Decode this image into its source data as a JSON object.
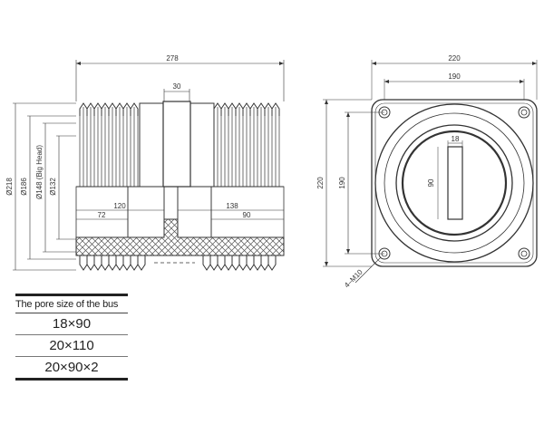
{
  "dimensions": {
    "side": {
      "overall_length": "278",
      "center_width": "30",
      "dia_218": "Ø218",
      "dia_186": "Ø186",
      "dia_148": "Ø148 (Big Head)",
      "dia_132": "Ø132",
      "len_120": "120",
      "len_72": "72",
      "len_138": "138",
      "len_90": "90"
    },
    "front": {
      "width_220": "220",
      "width_190": "190",
      "height_220": "220",
      "height_190": "190",
      "slot_18": "18",
      "slot_90": "90",
      "bolt_label": "4–M10"
    }
  },
  "table": {
    "header": "The pore size of the bus",
    "rows": [
      "18×90",
      "20×110",
      "20×90×2"
    ]
  }
}
